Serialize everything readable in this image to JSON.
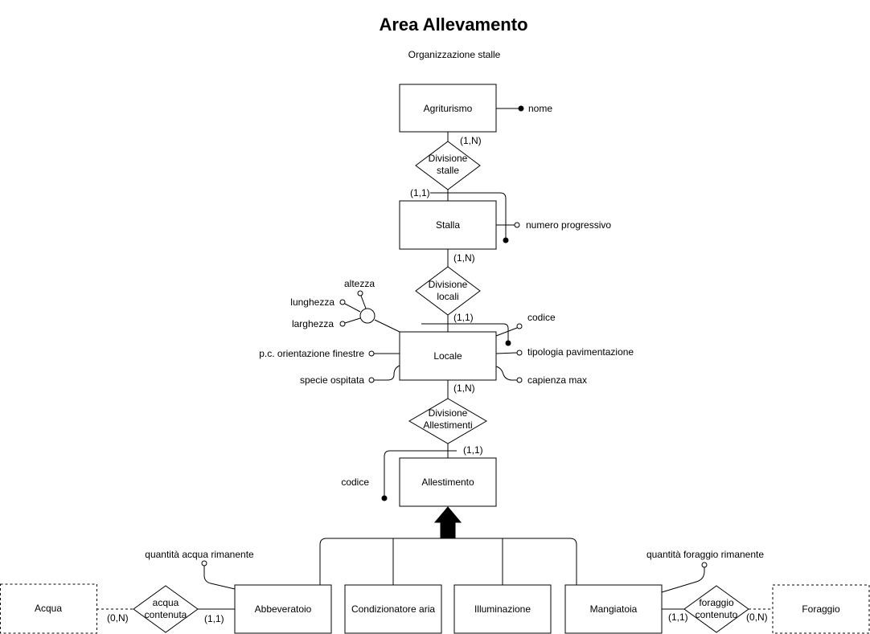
{
  "title": "Area Allevamento",
  "subtitle": "Organizzazione stalle",
  "entities": {
    "agriturismo": "Agriturismo",
    "stalla": "Stalla",
    "locale": "Locale",
    "allestimento": "Allestimento",
    "abbeveratoio": "Abbeveratoio",
    "condizionatore": "Condizionatore aria",
    "illuminazione": "Illuminazione",
    "mangiatoia": "Mangiatoia",
    "acqua": "Acqua",
    "foraggio": "Foraggio"
  },
  "relationships": {
    "divisione_stalle": [
      "Divisione",
      "stalle"
    ],
    "divisione_locali": [
      "Divisione",
      "locali"
    ],
    "divisione_allestimenti": [
      "Divisione",
      "Allestimenti"
    ],
    "acqua_contenuta": [
      "acqua",
      "contenuta"
    ],
    "foraggio_contenuto": [
      "foraggio",
      "contenuto"
    ]
  },
  "attributes": {
    "agriturismo_nome": "nome",
    "stalla_numero_progressivo": "numero progressivo",
    "locale_altezza": "altezza",
    "locale_lunghezza": "lunghezza",
    "locale_larghezza": "larghezza",
    "locale_orientazione": "p.c. orientazione finestre",
    "locale_specie": "specie ospitata",
    "locale_codice": "codice",
    "locale_pavimentazione": "tipologia pavimentazione",
    "locale_capienza": "capienza max",
    "allestimento_codice": "codice",
    "abbeveratoio_quantita": "quantità acqua rimanente",
    "mangiatoia_quantita": "quantità foraggio rimanente"
  },
  "cardinalities": {
    "agriturismo_divisione_stalle": "(1,N)",
    "stalla_divisione_stalle": "(1,1)",
    "stalla_divisione_locali": "(1,N)",
    "locale_divisione_locali": "(1,1)",
    "locale_divisione_allestimenti": "(1,N)",
    "allestimento_divisione_allestimenti": "(1,1)",
    "acqua_acqua_contenuta": "(0,N)",
    "abbeveratoio_acqua_contenuta": "(1,1)",
    "mangiatoia_foraggio_contenuto": "(1,1)",
    "foraggio_foraggio_contenuto": "(0,N)"
  }
}
